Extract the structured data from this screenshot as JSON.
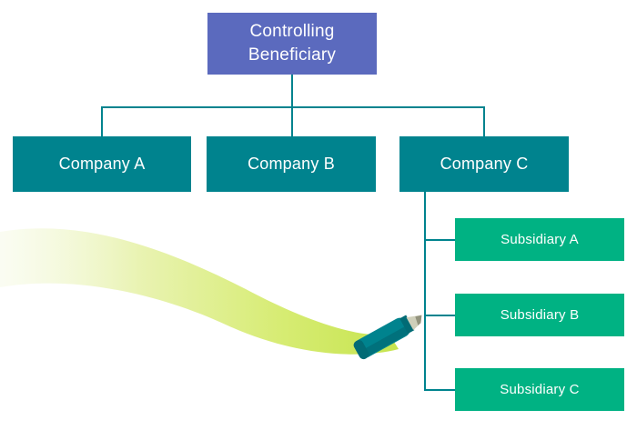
{
  "diagram": {
    "root": {
      "label": "Controlling Beneficiary"
    },
    "companies": [
      {
        "label": "Company A"
      },
      {
        "label": "Company B"
      },
      {
        "label": "Company C"
      }
    ],
    "subsidiaries": [
      {
        "label": "Subsidiary A"
      },
      {
        "label": "Subsidiary B"
      },
      {
        "label": "Subsidiary C"
      }
    ],
    "colors": {
      "root_node": "#5b6abe",
      "company_node": "#00838e",
      "subsidiary_node": "#00b283",
      "connector": "#00838e",
      "highlighter_stroke": "#c6e44e"
    },
    "illustration": "highlighter-pen"
  }
}
